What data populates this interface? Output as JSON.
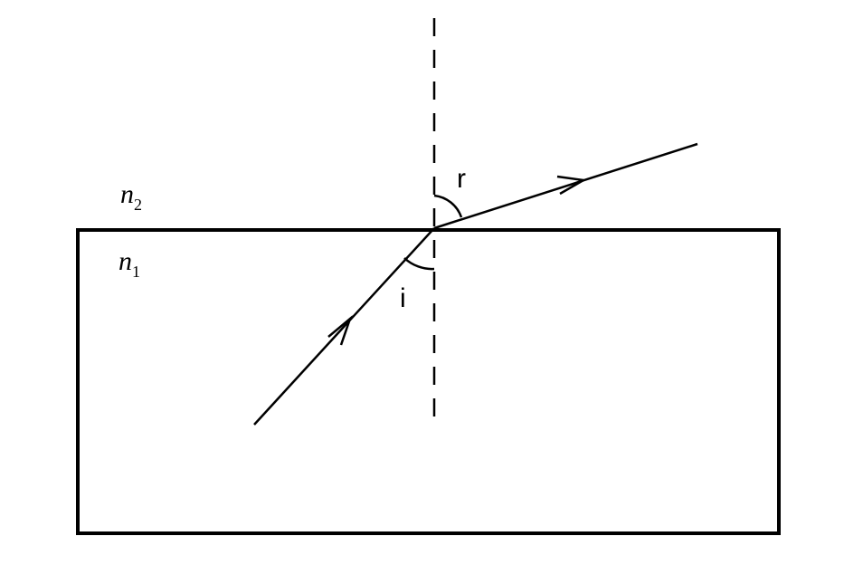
{
  "media": {
    "upper": {
      "symbol": "n",
      "subscript": "2"
    },
    "lower": {
      "symbol": "n",
      "subscript": "1"
    }
  },
  "angles": {
    "incidence": "i",
    "refraction": "r"
  },
  "colors": {
    "stroke": "#000000",
    "background": "#ffffff"
  }
}
